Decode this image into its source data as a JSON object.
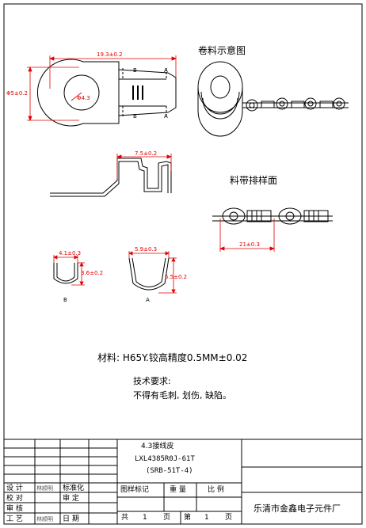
{
  "views": {
    "coil_title": "卷料示意图",
    "strip_title": "料带排样面",
    "section_b_letter": "B",
    "section_a_letter": "A",
    "section_mark_b": "B",
    "section_mark_a": "A"
  },
  "dimensions": {
    "total_length": "19.3±0.2",
    "ring_width": "Φ5±0.2",
    "hole_dia": "Φ4.3",
    "side_length": "7.5±0.2",
    "pitch": "21±0.3",
    "b_width": "4.1±0.3",
    "b_height": "3.6±0.2",
    "a_width": "5.9±0.3",
    "a_height": "5.5±0.2"
  },
  "notes": {
    "material": "材料:  H65Y.铰高精度0.5MM±0.02",
    "tech_title": "技术要求:",
    "tech_body": "不得有毛刺, 划伤, 缺陷。"
  },
  "title_block": {
    "product_name": "4.3接线皮",
    "part_no": "LXL4385R0J-61T",
    "part_code": "(SRB-51T-4)",
    "row_design": "设  计",
    "row_proof": "校  对",
    "row_review": "审  核",
    "row_process": "工  艺",
    "sig_design": "林顺明",
    "sig_process": "林顺明",
    "row_std": "标准化",
    "row_approve": "审  定",
    "row_date": "日  期",
    "col_mark": "图样标记",
    "col_weight": "重  量",
    "col_scale": "比  例",
    "total_label": "共",
    "total_num": "1",
    "page_label": "页",
    "sheet_label": "第",
    "sheet_num": "1",
    "sheet_page": "页",
    "company": "乐清市金鑫电子元件厂"
  }
}
